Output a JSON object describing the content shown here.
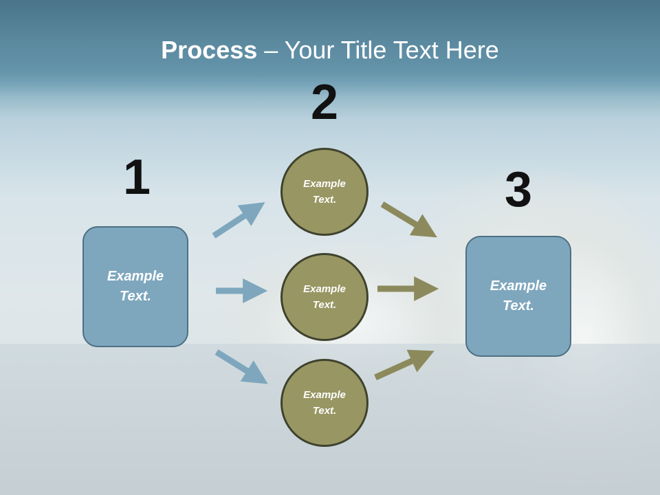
{
  "slide": {
    "title_bold": "Process",
    "title_rest": " – Your Title Text Here",
    "steps": [
      "1",
      "2",
      "3"
    ],
    "left_box": "Example Text.",
    "right_box": "Example Text.",
    "circles": [
      "Example Text.",
      "Example Text.",
      "Example Text."
    ]
  },
  "colors": {
    "box_fill": "#7ea7be",
    "circle_fill": "#989663",
    "arrow_blue": "#7ea7be",
    "arrow_olive": "#8c8a5c"
  }
}
